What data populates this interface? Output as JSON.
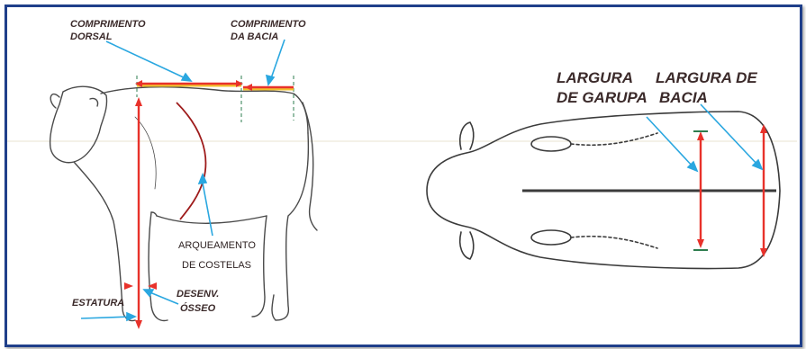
{
  "left_diagram": {
    "comprimento_dorsal": [
      "COMPRIMENTO",
      "DORSAL"
    ],
    "comprimento_bacia": [
      "COMPRIMENTO",
      "DA BACIA"
    ],
    "arqueamento": [
      "ARQUEAMENTO",
      "DE COSTELAS"
    ],
    "estatura": "ESTATURA",
    "desenv_osseo": [
      "DESENV.",
      "ÓSSEO"
    ]
  },
  "right_diagram": {
    "largura_garupa": [
      "LARGURA",
      "DE GARUPA"
    ],
    "largura_bacia": [
      "LARGURA DE",
      "BACIA"
    ]
  },
  "colors": {
    "frame": "#1f3f8a",
    "measure_red": "#e8322b",
    "measure_yellow": "#f2c12e",
    "pointer_blue": "#2aa7e0",
    "guide_green": "#2e7d4f",
    "outline": "#3b3b3b",
    "rib_curve": "#9e1b1b"
  }
}
